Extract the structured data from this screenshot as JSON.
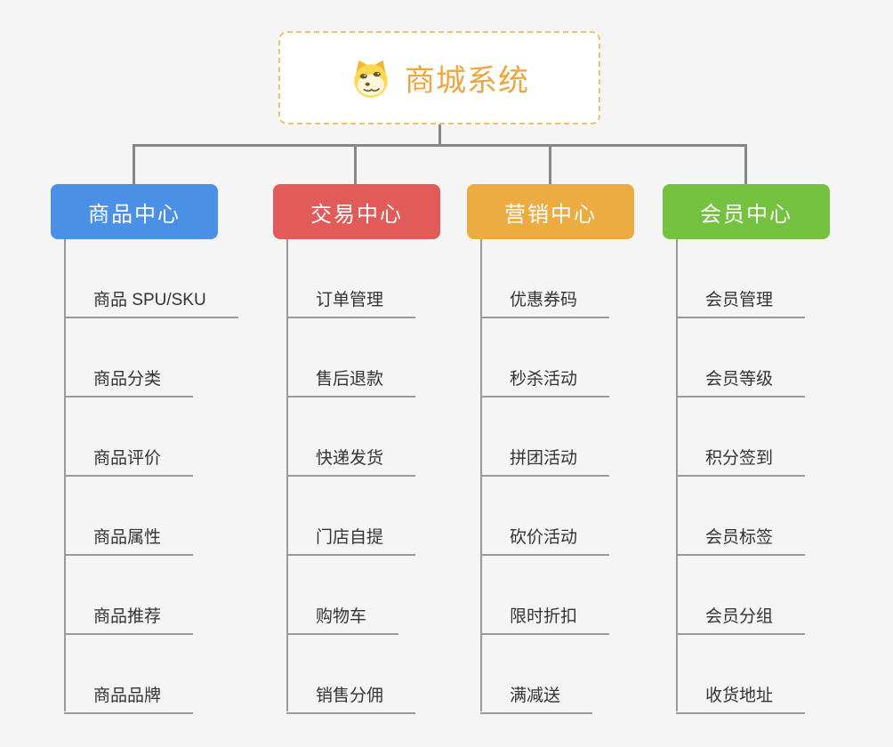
{
  "root": {
    "title": "商城系统",
    "icon": "doge-icon"
  },
  "branches": [
    {
      "label": "商品中心",
      "color": "#4a90e6",
      "children": [
        "商品 SPU/SKU",
        "商品分类",
        "商品评价",
        "商品属性",
        "商品推荐",
        "商品品牌"
      ]
    },
    {
      "label": "交易中心",
      "color": "#e25b58",
      "children": [
        "订单管理",
        "售后退款",
        "快递发货",
        "门店自提",
        "购物车",
        "销售分佣"
      ]
    },
    {
      "label": "营销中心",
      "color": "#ecac41",
      "children": [
        "优惠券码",
        "秒杀活动",
        "拼团活动",
        "砍价活动",
        "限时折扣",
        "满减送"
      ]
    },
    {
      "label": "会员中心",
      "color": "#74c23f",
      "children": [
        "会员管理",
        "会员等级",
        "积分签到",
        "会员标签",
        "会员分组",
        "收货地址"
      ]
    }
  ],
  "colors": {
    "background": "#f5f5f6",
    "connector": "#878787",
    "child_line": "#9a9a9a",
    "root_text": "#f0a63e",
    "root_border": "#f3c06b"
  }
}
